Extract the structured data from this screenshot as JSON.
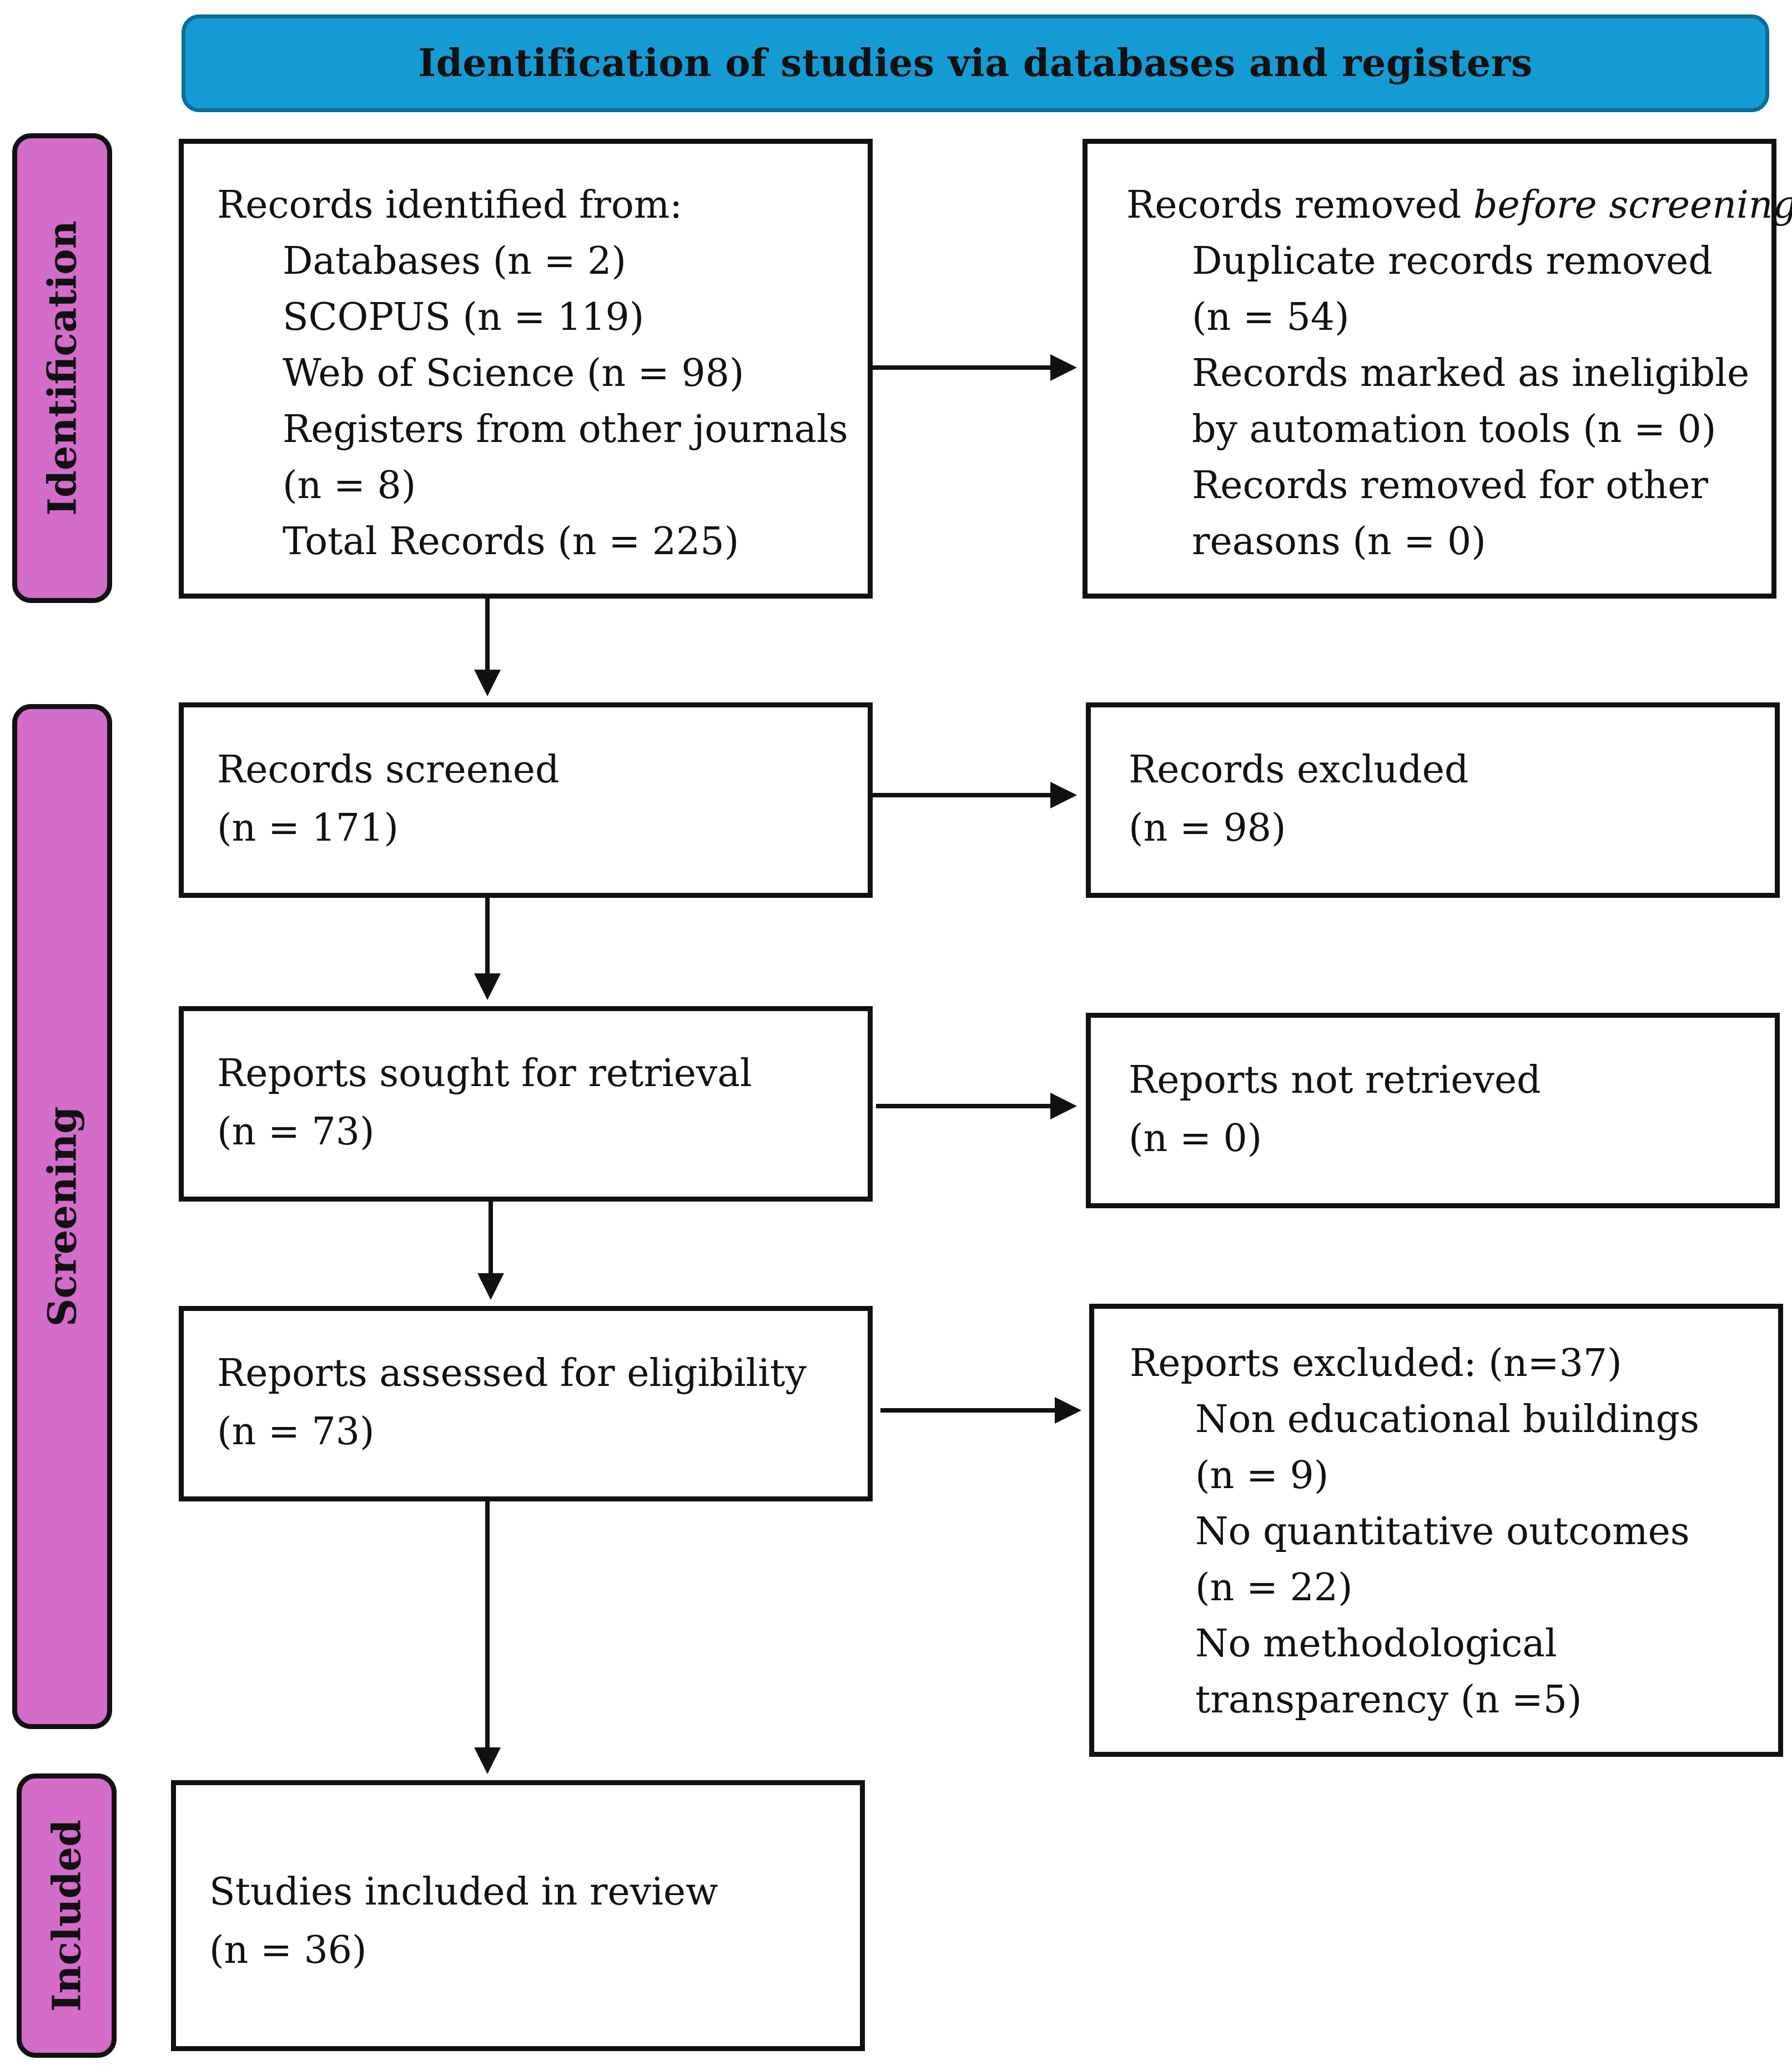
{
  "header": {
    "title": "Identification of studies via databases and registers"
  },
  "phases": {
    "identification": "Identification",
    "screening": "Screening",
    "included": "Included"
  },
  "identified": {
    "heading": "Records identified from:",
    "items": [
      "Databases (n = 2)",
      "SCOPUS (n = 119)",
      "Web of Science (n = 98)",
      "Registers from other journals",
      "(n = 8)",
      "Total Records (n = 225)"
    ]
  },
  "removed": {
    "heading_pre": "Records removed ",
    "heading_em": "before screening",
    "heading_post": ":",
    "items": [
      "Duplicate records removed",
      "(n = 54)",
      "Records marked as ineligible",
      "by automation tools (n = 0)",
      "Records removed for other",
      "reasons (n = 0)"
    ]
  },
  "screened": {
    "line1": "Records screened",
    "line2": "(n = 171)"
  },
  "excluded": {
    "line1": "Records excluded",
    "line2": "(n = 98)"
  },
  "sought": {
    "line1": "Reports sought for retrieval",
    "line2": "(n = 73)"
  },
  "not_retrieved": {
    "line1": "Reports not retrieved",
    "line2": "(n = 0)"
  },
  "assessed": {
    "line1": "Reports assessed for eligibility",
    "line2": "(n = 73)"
  },
  "reports_excluded": {
    "heading": "Reports excluded: (n=37)",
    "items": [
      "Non educational buildings",
      "(n = 9)",
      "No quantitative outcomes",
      "(n = 22)",
      "No methodological",
      "transparency (n =5)"
    ]
  },
  "included": {
    "line1": "Studies included in review",
    "line2": "(n = 36)"
  }
}
